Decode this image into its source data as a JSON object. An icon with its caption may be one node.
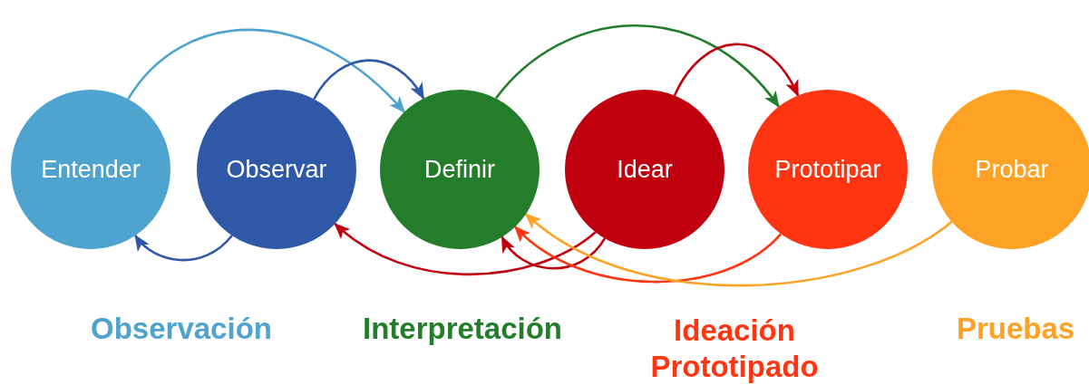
{
  "diagram": {
    "nodes": [
      {
        "text": [
          "Entender"
        ]
      },
      {
        "text": [
          "Observar"
        ]
      },
      {
        "text": [
          "Definir"
        ]
      },
      {
        "text": [
          "Idear"
        ]
      },
      {
        "text": [
          "Prototipar"
        ]
      },
      {
        "text": [
          "Probar"
        ]
      }
    ],
    "edges": [
      {
        "from": 0,
        "to": 2,
        "arrow": "to",
        "color": "#4fa3cf"
      },
      {
        "from": 1,
        "to": 2,
        "arrow": "to",
        "color": "#2f58a6"
      },
      {
        "from": 2,
        "to": 4,
        "arrow": "to",
        "color": "#247d2a"
      },
      {
        "from": 3,
        "to": 4,
        "arrow": "to",
        "color": "#c0000e"
      },
      {
        "from": 1,
        "to": 0,
        "arrow": "to",
        "color": "#2f58a6"
      },
      {
        "from": 3,
        "to": 1,
        "arrow": "to",
        "color": "#c0000e"
      },
      {
        "from": 3,
        "to": 2,
        "arrow": "to",
        "color": "#c0000e"
      },
      {
        "from": 4,
        "to": 2,
        "arrow": "to",
        "color": "#ff3512"
      },
      {
        "from": 5,
        "to": 2,
        "arrow": "to",
        "color": "#fda225"
      }
    ],
    "labels": [
      "Observación",
      "Interpretación",
      "Ideación Prototipado",
      "Pruebas"
    ]
  }
}
